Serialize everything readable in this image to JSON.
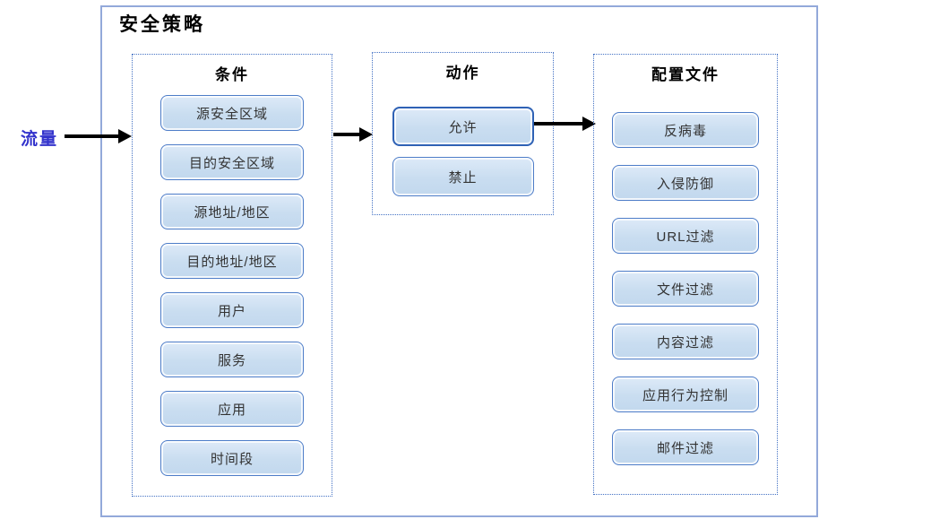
{
  "diagram": {
    "title": "安全策略",
    "traffic_label": "流量",
    "groups": [
      {
        "header": "条件",
        "items": [
          {
            "label": "源安全区域"
          },
          {
            "label": "目的安全区域"
          },
          {
            "label": "源地址/地区"
          },
          {
            "label": "目的地址/地区"
          },
          {
            "label": "用户"
          },
          {
            "label": "服务"
          },
          {
            "label": "应用"
          },
          {
            "label": "时间段"
          }
        ]
      },
      {
        "header": "动作",
        "items": [
          {
            "label": "允许",
            "highlighted": true
          },
          {
            "label": "禁止"
          }
        ]
      },
      {
        "header": "配置文件",
        "items": [
          {
            "label": "反病毒"
          },
          {
            "label": "入侵防御"
          },
          {
            "label": "URL过滤"
          },
          {
            "label": "文件过滤"
          },
          {
            "label": "内容过滤"
          },
          {
            "label": "应用行为控制"
          },
          {
            "label": "邮件过滤"
          }
        ]
      }
    ],
    "colors": {
      "frame_border": "#93A9DA",
      "group_dashed_border": "#4472C4",
      "node_border": "#4E7DC8",
      "node_border_highlight": "#2F62B5",
      "node_fill_top": "#DDEAF8",
      "node_fill_bottom": "#C2D8EE",
      "arrow": "#000000",
      "traffic_text": "#3333CC"
    }
  }
}
